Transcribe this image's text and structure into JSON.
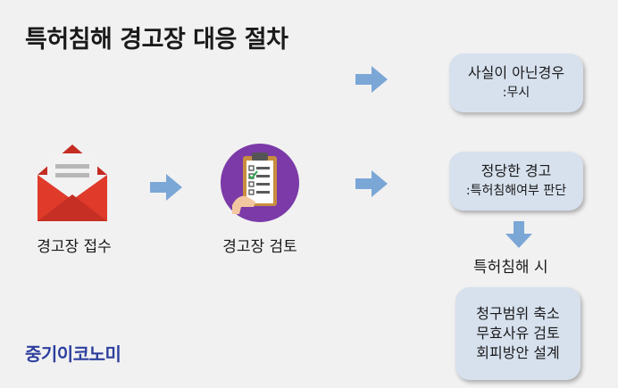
{
  "title": "특허침해 경고장 대응 절차",
  "steps": {
    "receive": "경고장 접수",
    "review": "경고장 검토"
  },
  "outcomes": {
    "not_warning": {
      "line1": "사실이 아닌경우",
      "line2": ":무시"
    },
    "valid_warning": {
      "line1": "정당한 경고",
      "line2": ":특허침해여부 판단"
    }
  },
  "if_infringing": "특허침해 시",
  "actions": [
    "청구범위 축소",
    "무효사유 검토",
    "회피방안 설계"
  ],
  "logo": "중기이코노미",
  "colors": {
    "arrow": "#7ba7d7",
    "box": "#d7e1ee",
    "envelope": "#e03a2a",
    "circle": "#7b3aa8",
    "logo": "#2d3f9e"
  }
}
